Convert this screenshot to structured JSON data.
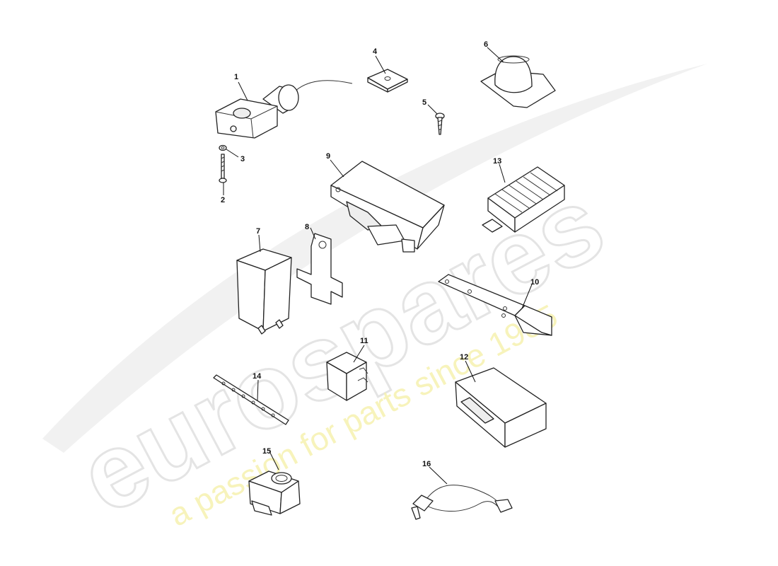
{
  "watermark": {
    "logo_text": "eurospares",
    "tagline": "a passion for parts since 1985",
    "logo_color": "#e4e4e4",
    "tagline_color": "#f6f2b0"
  },
  "callouts": [
    "1",
    "2",
    "3",
    "4",
    "5",
    "6",
    "7",
    "8",
    "9",
    "10",
    "11",
    "12",
    "13",
    "14",
    "15",
    "16"
  ]
}
